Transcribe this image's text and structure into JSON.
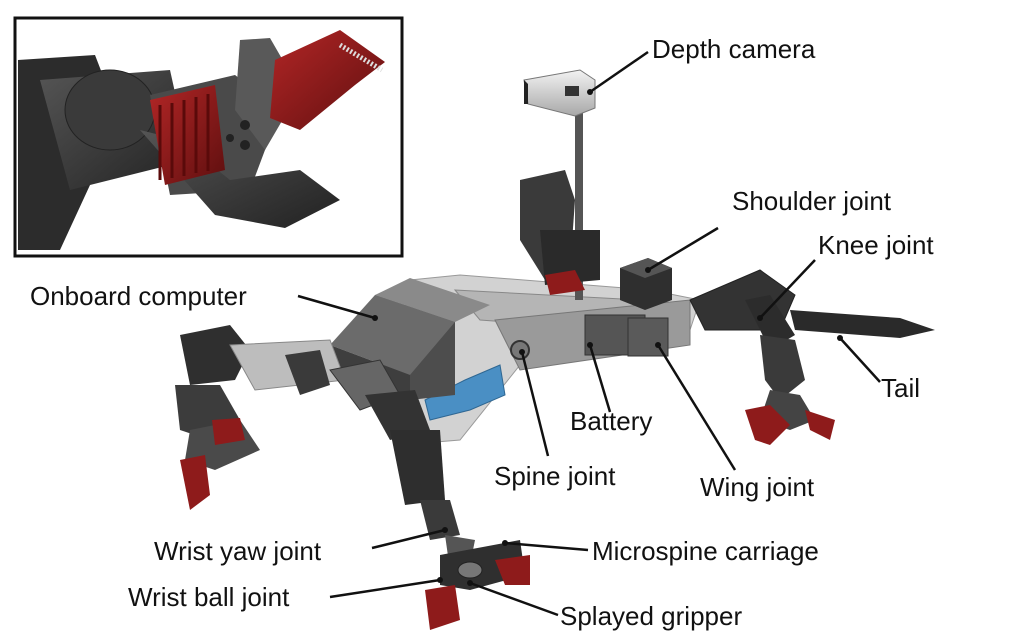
{
  "labels": {
    "depth_camera": "Depth camera",
    "shoulder_joint": "Shoulder joint",
    "knee_joint": "Knee joint",
    "onboard_computer": "Onboard computer",
    "tail": "Tail",
    "battery": "Battery",
    "spine_joint": "Spine joint",
    "wing_joint": "Wing joint",
    "wrist_yaw_joint": "Wrist yaw joint",
    "microspine_carriage": "Microspine carriage",
    "wrist_ball_joint": "Wrist ball joint",
    "splayed_gripper": "Splayed gripper"
  },
  "colors": {
    "body_dark": "#3a3a3a",
    "body_mid": "#6d6d6d",
    "frame_light": "#c9c9c9",
    "battery_blue": "#4a8fc4",
    "gripper_red": "#8e1b1b",
    "leader": "#111111"
  }
}
